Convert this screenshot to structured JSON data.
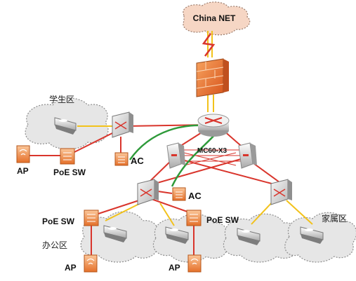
{
  "labels": {
    "internet": "China NET",
    "core_switch": "MC60-X3",
    "student_zone": "学生区",
    "office_zone": "办公区",
    "family_zone": "家属区",
    "ac_upper": "AC",
    "ac_lower": "AC",
    "ap_left": "AP",
    "poe_left": "PoE SW",
    "poe_office": "PoE SW",
    "poe_middle": "PoE SW",
    "ap_bottom_left": "AP",
    "ap_bottom_middle": "AP"
  },
  "colors": {
    "red_link": "#d9352c",
    "yellow_link": "#f2c21b",
    "green_link": "#2e9a3a",
    "firewall": "#e8752d",
    "ap_orange": "#ef8a3c",
    "cloud_fill": "#e6e6e6"
  },
  "icons": {
    "internet": "cloud-icon",
    "firewall": "firewall-icon",
    "core_router": "router-icon",
    "server": "server-icon",
    "switch": "switch-icon",
    "access_point": "ap-icon",
    "ac": "ac-controller-icon"
  }
}
